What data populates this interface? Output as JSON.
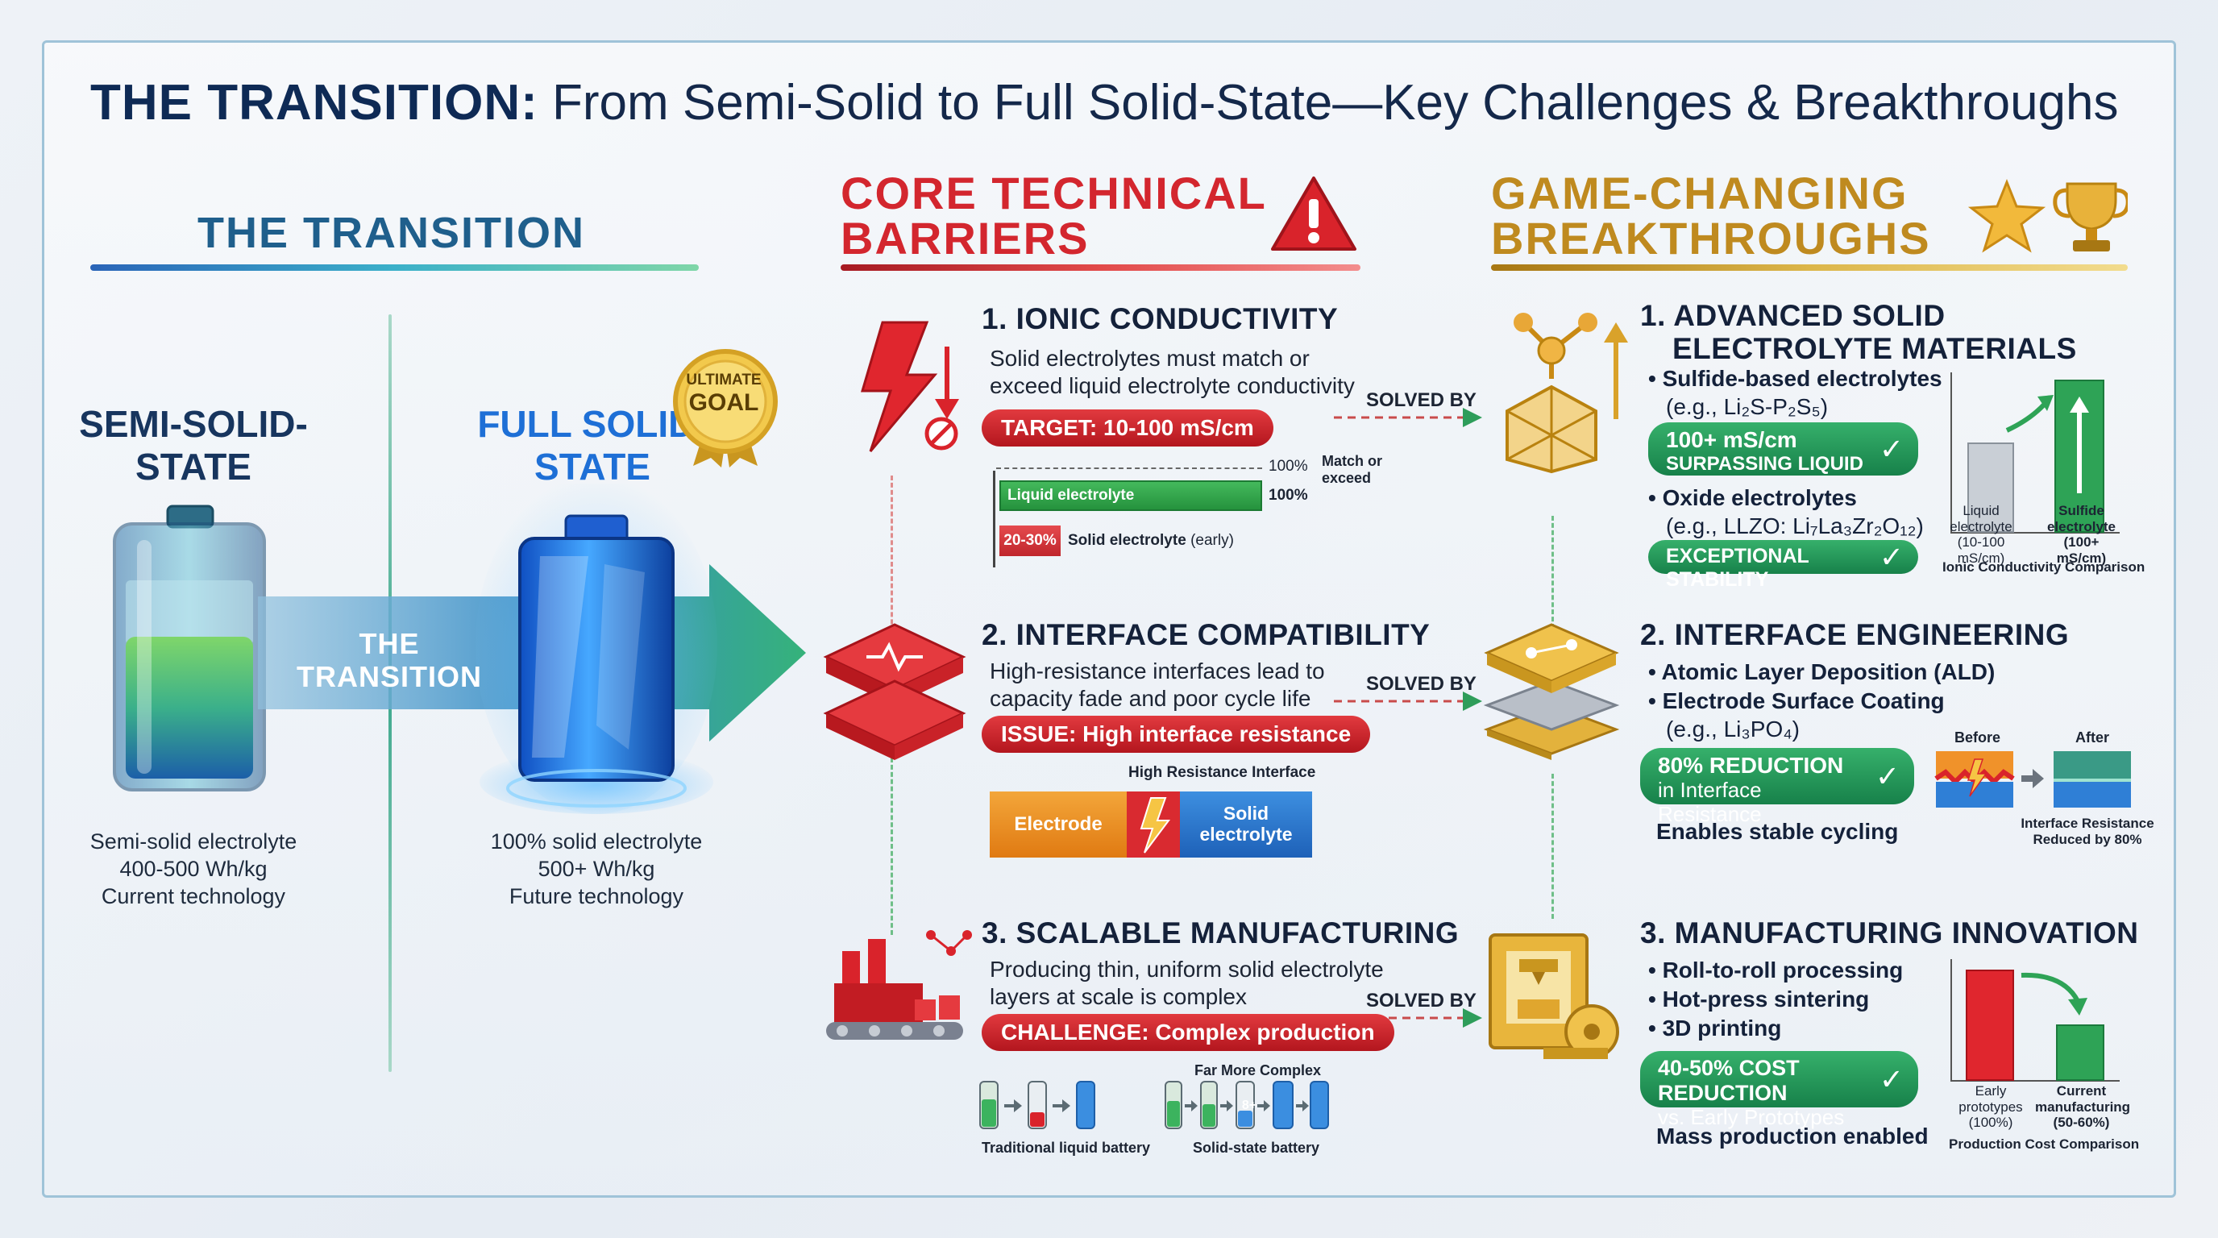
{
  "title": {
    "bold": "THE TRANSITION:",
    "rest": "From Semi-Solid to Full Solid-State—Key Challenges & Breakthroughs"
  },
  "transition": {
    "header": "THE TRANSITION",
    "semi_label": "SEMI-SOLID-STATE",
    "full_label": "FULL SOLID-STATE",
    "arrow_text": "THE TRANSITION",
    "badge_line1": "ULTIMATE",
    "badge_line2": "GOAL",
    "semi_caption": [
      "Semi-solid electrolyte",
      "400-500 Wh/kg",
      "Current technology"
    ],
    "full_caption": [
      "100% solid electrolyte",
      "500+ Wh/kg",
      "Future technology"
    ]
  },
  "barriers": {
    "header_line1": "CORE TECHNICAL",
    "header_line2": "BARRIERS",
    "items": [
      {
        "title": "1. IONIC CONDUCTIVITY",
        "desc": [
          "Solid electrolytes must match or",
          "exceed liquid electrolyte conductivity"
        ],
        "pill": "TARGET: 10-100 mS/cm",
        "chart": {
          "dashed_pct": "100%",
          "dashed_note": [
            "Match or",
            "exceed"
          ],
          "liquid_label": "Liquid electrolyte",
          "liquid_pct": "100%",
          "solid_pct_label": "20-30%",
          "solid_label": "Solid electrolyte",
          "solid_note": "(early)"
        }
      },
      {
        "title": "2. INTERFACE COMPATIBILITY",
        "desc": [
          "High-resistance interfaces lead to",
          "capacity fade and poor cycle life"
        ],
        "pill": "ISSUE: High interface resistance",
        "diagram": {
          "top_label": "High Resistance Interface",
          "electrode": "Electrode",
          "solid_line1": "Solid",
          "solid_line2": "electrolyte"
        }
      },
      {
        "title": "3. SCALABLE MANUFACTURING",
        "desc": [
          "Producing thin, uniform solid electrolyte",
          "layers at scale is complex"
        ],
        "pill": "CHALLENGE: Complex production",
        "diagram": {
          "left_label": "Traditional liquid battery",
          "right_top": "Far More Complex",
          "right_label": "Solid-state battery",
          "badge": "8+"
        }
      }
    ]
  },
  "solved_by": "SOLVED BY",
  "breakthroughs": {
    "header_line1": "GAME-CHANGING",
    "header_line2": "BREAKTHROUGHS",
    "items": [
      {
        "title_line1": "1. ADVANCED SOLID",
        "title_line2": "ELECTROLYTE MATERIALS",
        "bullets": [
          {
            "main": "• Sulfide-based electrolytes",
            "sub": "(e.g., Li₂S-P₂S₅)"
          },
          {
            "main": "• Oxide electrolytes",
            "sub": "(e.g., LLZO: Li₇La₃Zr₂O₁₂)"
          }
        ],
        "pill1_line1": "100+ mS/cm",
        "pill1_line2": "SURPASSING LIQUID",
        "pill2": "EXCEPTIONAL STABILITY",
        "chart": {
          "bar1_label": [
            "Liquid",
            "electrolyte",
            "(10-100 mS/cm)"
          ],
          "bar2_label": [
            "Sulfide",
            "electrolyte",
            "(100+ mS/cm)"
          ],
          "caption": "Ionic Conductivity Comparison"
        }
      },
      {
        "title": "2. INTERFACE ENGINEERING",
        "bullets": [
          {
            "main": "• Atomic Layer Deposition (ALD)",
            "sub": ""
          },
          {
            "main": "• Electrode Surface Coating",
            "sub": "(e.g., Li₃PO₄)"
          }
        ],
        "pill_line1": "80% REDUCTION",
        "pill_line2": "in Interface Resistance",
        "note": "Enables stable cycling",
        "diagram": {
          "before": "Before",
          "after": "After",
          "caption_line1": "Interface Resistance",
          "caption_line2": "Reduced by 80%"
        }
      },
      {
        "title": "3. MANUFACTURING INNOVATION",
        "bullets": [
          {
            "main": "• Roll-to-roll processing",
            "sub": ""
          },
          {
            "main": "• Hot-press sintering",
            "sub": ""
          },
          {
            "main": "• 3D printing",
            "sub": ""
          }
        ],
        "pill_line1": "40-50% COST REDUCTION",
        "pill_line2": "vs. Early Prototypes",
        "note": "Mass production enabled",
        "chart": {
          "bar1_label": [
            "Early",
            "prototypes",
            "(100%)"
          ],
          "bar2_label": [
            "Current",
            "manufacturing",
            "(50-60%)"
          ],
          "caption": "Production Cost Comparison"
        }
      }
    ]
  },
  "colors": {
    "red": "#d3262e",
    "gold": "#bf8a1f",
    "green": "#1f8a4f",
    "navy": "#0e2a55",
    "blue": "#1e6fd6"
  }
}
